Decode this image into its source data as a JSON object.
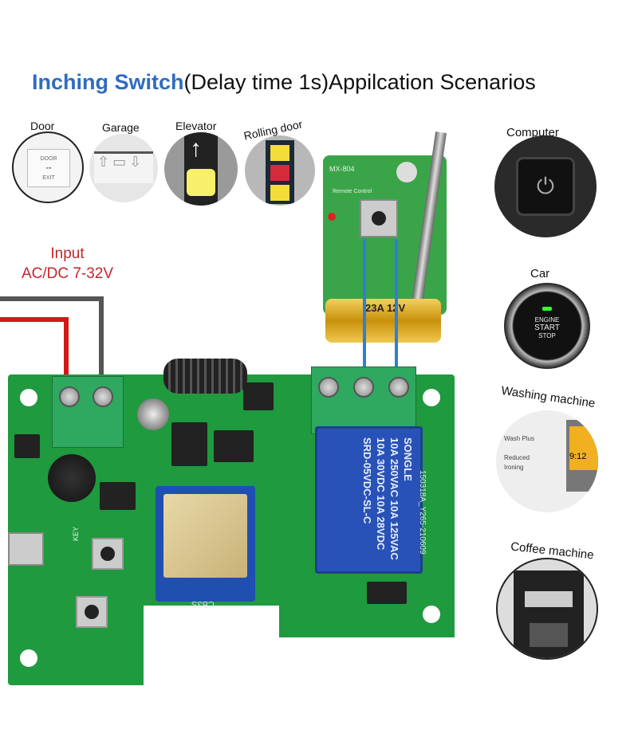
{
  "title": {
    "highlight": "Inching Switch",
    "rest": "(Delay time 1s)Appilcation Scenarios"
  },
  "scenarios_left": [
    {
      "label": "Door"
    },
    {
      "label": "Garage"
    },
    {
      "label": "Elevator"
    },
    {
      "label": "Rolling door"
    }
  ],
  "door_panel": {
    "top": "DOOR",
    "bottom": "EXIT"
  },
  "scenarios_right": [
    {
      "label": "Computer"
    },
    {
      "label": "Car"
    },
    {
      "label": "Washing machine"
    },
    {
      "label": "Coffee machine"
    }
  ],
  "car_button": {
    "line1": "ENGINE",
    "line2": "START",
    "line3": "STOP"
  },
  "washer": {
    "opt1": "Wash Plus",
    "opt2": "Reduced Ironing",
    "display": "9:12"
  },
  "input": {
    "line1": "Input",
    "line2": "AC/DC 7-32V"
  },
  "remote": {
    "model": "MX-804",
    "label": "Remote Control",
    "battery": "23A 12V"
  },
  "relay": {
    "brand": "SONGLE",
    "line1": "10A 250VAC  10A 125VAC",
    "line2": "10A 30VDC  10A 28VDC",
    "model": "SRD-05VDC-SL-C"
  },
  "board": {
    "module": "CB3S",
    "pcb_code": "150318A_Y265-210609",
    "key_label": "KEY"
  },
  "colors": {
    "accent": "#2f6cc0",
    "input": "#c0262c",
    "pcb": "#1f9a3e"
  }
}
